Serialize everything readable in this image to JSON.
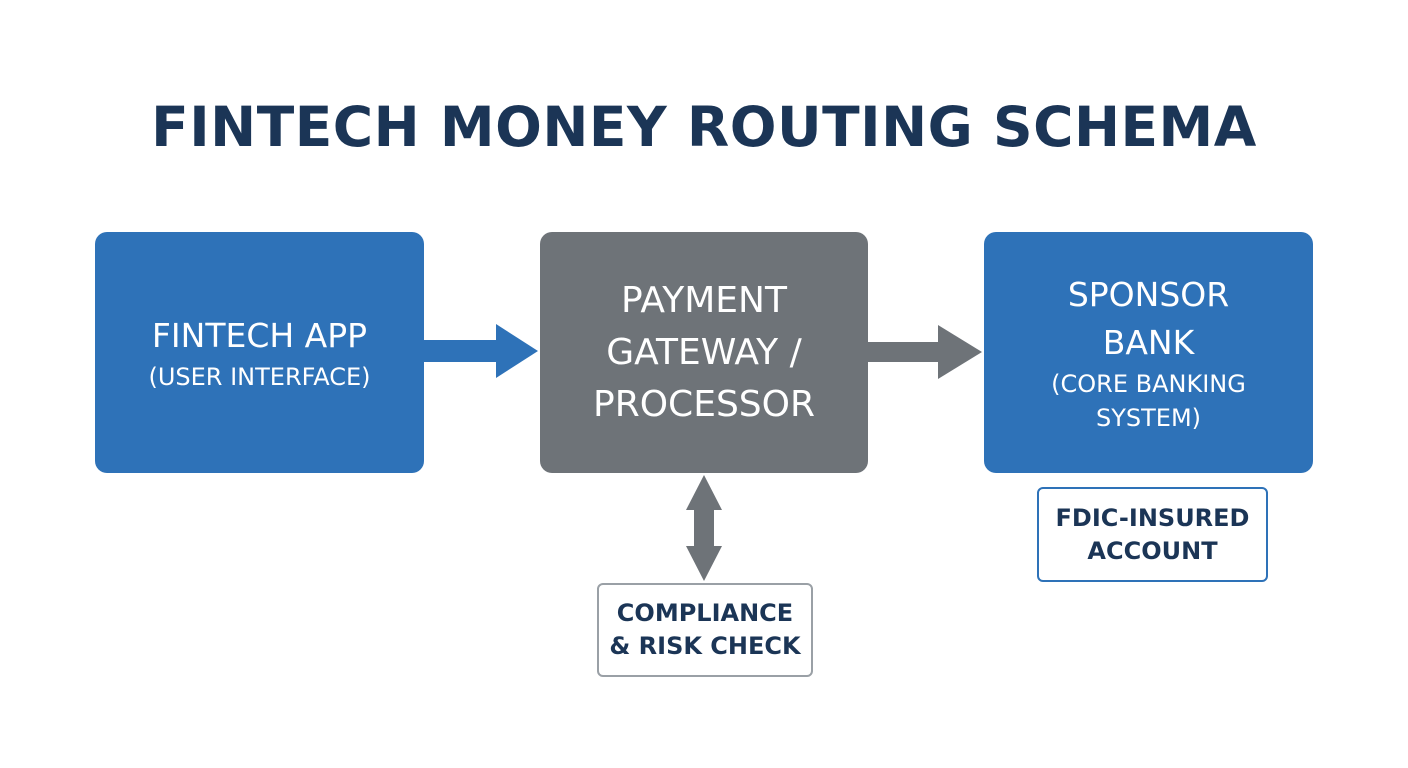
{
  "title": "FINTECH MONEY ROUTING SCHEMA",
  "nodes": {
    "fintech_app": {
      "title": "FINTECH APP",
      "subtitle": "(USER INTERFACE)",
      "color": "#2e72b8"
    },
    "payment_gateway": {
      "title": "PAYMENT GATEWAY / PROCESSOR",
      "color": "#6e7378"
    },
    "sponsor_bank": {
      "title": "SPONSOR BANK",
      "subtitle": "(CORE BANKING SYSTEM)",
      "color": "#2e72b8"
    },
    "compliance": {
      "line1": "COMPLIANCE",
      "line2": "& RISK CHECK"
    },
    "fdic": {
      "line1": "FDIC-INSURED",
      "line2": "ACCOUNT"
    }
  },
  "edges": [
    {
      "from": "fintech_app",
      "to": "payment_gateway",
      "direction": "forward",
      "color": "#2e72b8"
    },
    {
      "from": "payment_gateway",
      "to": "sponsor_bank",
      "direction": "forward",
      "color": "#6e7378"
    },
    {
      "from": "payment_gateway",
      "to": "compliance",
      "direction": "bidirectional",
      "color": "#6e7378"
    }
  ],
  "colors": {
    "title_text": "#1b3556",
    "fdic_border": "#2e72b8",
    "compliance_border": "#9aa0a6"
  }
}
